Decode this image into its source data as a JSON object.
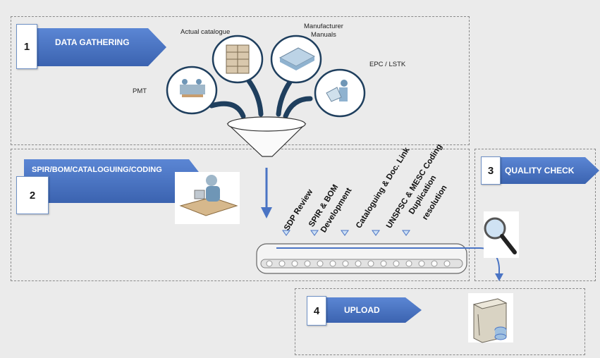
{
  "stages": [
    {
      "number": "1",
      "title": "DATA GATHERING"
    },
    {
      "number": "2",
      "title": "SPIR/BOM/CATALOGUING/CODING"
    },
    {
      "number": "3",
      "title": "QUALITY CHECK"
    },
    {
      "number": "4",
      "title": "UPLOAD"
    }
  ],
  "sources": {
    "actual_catalogue": "Actual catalogue",
    "manufacturer_manuals_1": "Manufacturer",
    "manufacturer_manuals_2": "Manuals",
    "epc_lstk": "EPC / LSTK",
    "pmt": "PMT"
  },
  "steps": {
    "sdp_review": "SDP Review",
    "spir_bom_1": "SPIR & BOM",
    "spir_bom_2": "Development",
    "cataloguing": "Cataloguing & Doc. Link",
    "unspsc": "UNSPSC & MESC Coding",
    "duplication_1": "Duplication",
    "duplication_2": "resolution"
  },
  "colors": {
    "accent": "#4a74c4",
    "border": "#8a8a8a",
    "background": "#ebebeb"
  }
}
